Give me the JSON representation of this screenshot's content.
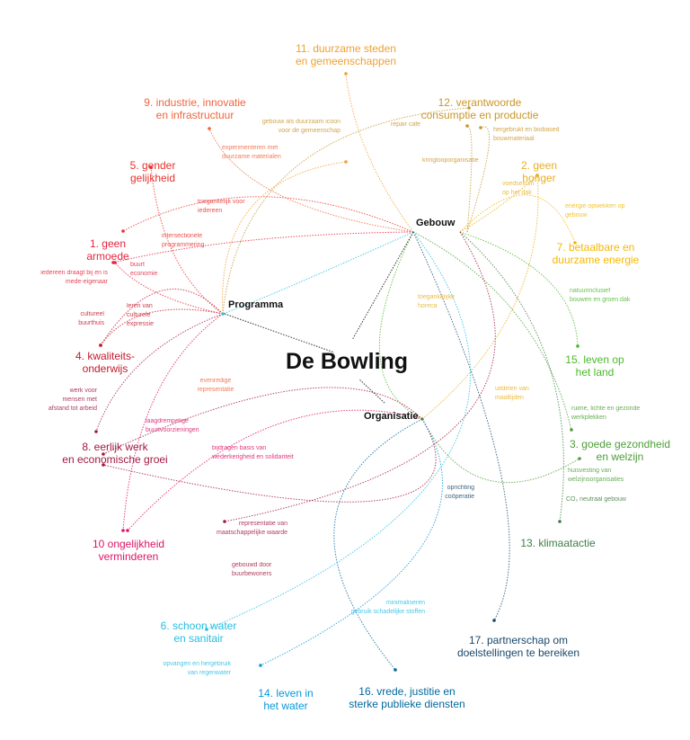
{
  "title": "De Bowling",
  "hubs": {
    "gebouw": "Gebouw",
    "programma": "Programma",
    "organisatie": "Organisatie"
  },
  "goals": [
    {
      "id": "11",
      "lines": [
        "11. duurzame steden",
        "en gemeenschappen"
      ],
      "color": "#f0a030"
    },
    {
      "id": "9",
      "lines": [
        "9. industrie, innovatie",
        "en infrastructuur"
      ],
      "color": "#f0643c"
    },
    {
      "id": "12",
      "lines": [
        "12. verantwoorde",
        "consumptie en productie"
      ],
      "color": "#c9962a"
    },
    {
      "id": "5",
      "lines": [
        "5. gender",
        "gelijkheid"
      ],
      "color": "#e8322d"
    },
    {
      "id": "2",
      "lines": [
        "2. geen",
        "honger"
      ],
      "color": "#e8b020"
    },
    {
      "id": "1",
      "lines": [
        "1. geen",
        "armoede"
      ],
      "color": "#e5243b"
    },
    {
      "id": "7",
      "lines": [
        "7. betaalbare en",
        "duurzame energie"
      ],
      "color": "#f5b800"
    },
    {
      "id": "4",
      "lines": [
        "4. kwaliteits-",
        "onderwijs"
      ],
      "color": "#c5192d"
    },
    {
      "id": "15",
      "lines": [
        "15. leven op",
        "het land"
      ],
      "color": "#4cb82b"
    },
    {
      "id": "8",
      "lines": [
        "8. eerlijk werk",
        "en economische groei"
      ],
      "color": "#a21942"
    },
    {
      "id": "3",
      "lines": [
        "3. goede gezondheid",
        "en welzijn"
      ],
      "color": "#4c9f38"
    },
    {
      "id": "13",
      "lines": [
        "13. klimaatactie"
      ],
      "color": "#3f7e44"
    },
    {
      "id": "10",
      "lines": [
        "10 ongelijkheid",
        "verminderen"
      ],
      "color": "#dd1367"
    },
    {
      "id": "17",
      "lines": [
        "17. partnerschap om",
        "doelstellingen te bereiken"
      ],
      "color": "#19486a"
    },
    {
      "id": "6",
      "lines": [
        "6. schoon water",
        "en sanitair"
      ],
      "color": "#26bde2"
    },
    {
      "id": "14",
      "lines": [
        "14. leven in",
        "het water"
      ],
      "color": "#0a97d9"
    },
    {
      "id": "16",
      "lines": [
        "16. vrede, justitie en",
        "sterke publieke diensten"
      ],
      "color": "#00689d"
    }
  ],
  "labels": [
    {
      "lines": [
        "gebouw als duurzaam icoon",
        "voor de gemeenschap"
      ],
      "color": "#c9962a"
    },
    {
      "lines": [
        "repair cafe"
      ],
      "color": "#c9962a"
    },
    {
      "lines": [
        "experimenteren met",
        "duurzame materialen"
      ],
      "color": "#f0643c"
    },
    {
      "lines": [
        "hergebrukt en biobased",
        "bouwmateriaal"
      ],
      "color": "#c9962a"
    },
    {
      "lines": [
        "kringlooporganisatie"
      ],
      "color": "#c9962a"
    },
    {
      "lines": [
        "voedseltuin",
        "op het dak"
      ],
      "color": "#e8b020"
    },
    {
      "lines": [
        "energie opwekken op",
        "gebouw"
      ],
      "color": "#f5b800"
    },
    {
      "lines": [
        "toegankelijk voor",
        "iedereen"
      ],
      "color": "#e8322d"
    },
    {
      "lines": [
        "intersectionele",
        "programmering"
      ],
      "color": "#e8322d"
    },
    {
      "lines": [
        "buurt",
        "economie"
      ],
      "color": "#e5243b"
    },
    {
      "lines": [
        "iedereen draagt bij en is",
        "mede-eigenaar"
      ],
      "color": "#e5243b"
    },
    {
      "lines": [
        "cultureel",
        "buurthuis"
      ],
      "color": "#c5192d"
    },
    {
      "lines": [
        "leren van",
        "culturele",
        "expressie"
      ],
      "color": "#c5192d"
    },
    {
      "lines": [
        "natuurinclusief",
        "bouwen en groen dak"
      ],
      "color": "#4cb82b"
    },
    {
      "lines": [
        "toegankelijke",
        "horeca"
      ],
      "color": "#e8b020"
    },
    {
      "lines": [
        "evenredige",
        "representatie"
      ],
      "color": "#f0643c"
    },
    {
      "lines": [
        "werk voor",
        "mensen met",
        "afstand tot arbeid"
      ],
      "color": "#a21942"
    },
    {
      "lines": [
        "laagdrempelige",
        "buurtvoorzieningen"
      ],
      "color": "#dd1367"
    },
    {
      "lines": [
        "uitdelen van",
        "maaltijden"
      ],
      "color": "#e8b020"
    },
    {
      "lines": [
        "ruime, lichte en gezonde",
        "werkplekken"
      ],
      "color": "#4c9f38"
    },
    {
      "lines": [
        "bijdragen basis van",
        "wederkerigheid en solidariteit"
      ],
      "color": "#dd1367"
    },
    {
      "lines": [
        "huisvesting van",
        "welzijnsorganisaties"
      ],
      "color": "#4c9f38"
    },
    {
      "lines": [
        "oprichting",
        "coöperatie"
      ],
      "color": "#19486a"
    },
    {
      "lines": [
        "CO₂ neutraal gebouw"
      ],
      "color": "#3f7e44"
    },
    {
      "lines": [
        "representatie van",
        "maatschappelijke waarde"
      ],
      "color": "#a21942"
    },
    {
      "lines": [
        "gebouwd door",
        "buurbewoners"
      ],
      "color": "#a21942"
    },
    {
      "lines": [
        "minimaliseren",
        "gebruik schadelijke stoffen"
      ],
      "color": "#26bde2"
    },
    {
      "lines": [
        "opvangen en hergebruik",
        "van regenwater"
      ],
      "color": "#26bde2"
    }
  ]
}
